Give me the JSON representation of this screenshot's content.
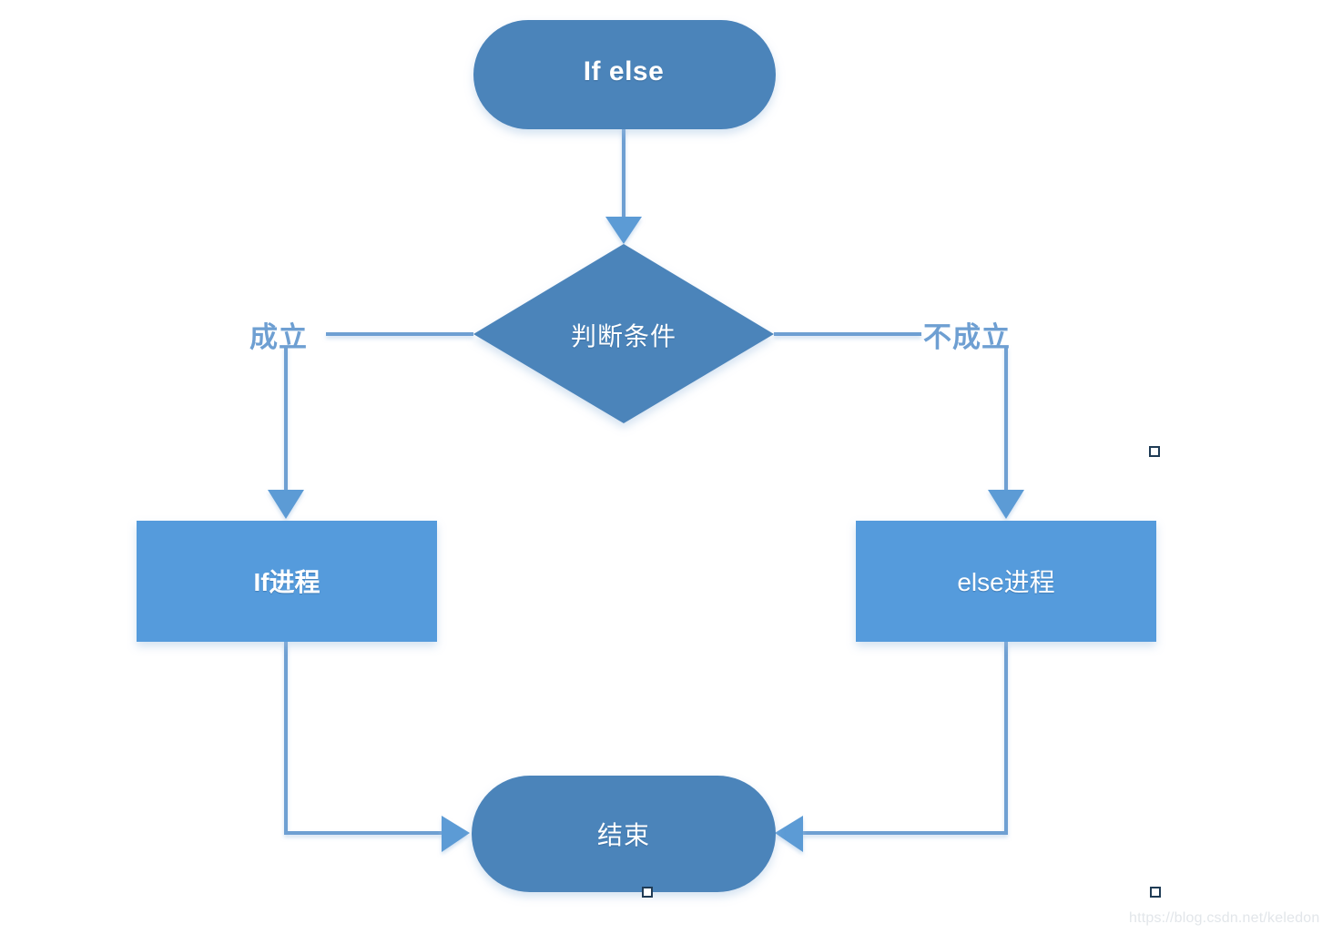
{
  "diagram": {
    "type": "flowchart",
    "title": "If else flowchart",
    "background_color": "#ffffff",
    "palette": {
      "node_dark_blue": "#4C84BA",
      "node_light_blue": "#559BDC",
      "connector_blue": "#6E9FD2",
      "edge_label_blue": "#6E9FD2",
      "node_text": "#ffffff",
      "handle_border": "#1F3B55",
      "watermark": "#E2E6EA"
    },
    "nodes": [
      {
        "id": "start",
        "shape": "stadium",
        "label": "If else",
        "fill": "#4C84BA"
      },
      {
        "id": "decision",
        "shape": "diamond",
        "label": "判断条件",
        "fill": "#4C84BA"
      },
      {
        "id": "if_proc",
        "shape": "rectangle",
        "label": "If进程",
        "fill": "#559BDC"
      },
      {
        "id": "else_proc",
        "shape": "rectangle",
        "label": "else进程",
        "fill": "#559BDC"
      },
      {
        "id": "end",
        "shape": "stadium",
        "label": "结束",
        "fill": "#4C84BA"
      }
    ],
    "edges": [
      {
        "from": "start",
        "to": "decision",
        "label": "",
        "arrow": "down"
      },
      {
        "from": "decision",
        "to": "if_proc",
        "label": "成立",
        "arrow": "down"
      },
      {
        "from": "decision",
        "to": "else_proc",
        "label": "不成立",
        "arrow": "down"
      },
      {
        "from": "if_proc",
        "to": "end",
        "label": "",
        "arrow": "right"
      },
      {
        "from": "else_proc",
        "to": "end",
        "label": "",
        "arrow": "left"
      }
    ],
    "edge_labels": {
      "true_branch": "成立",
      "false_branch": "不成立"
    }
  },
  "watermark": {
    "text": "https://blog.csdn.net/keledon"
  }
}
